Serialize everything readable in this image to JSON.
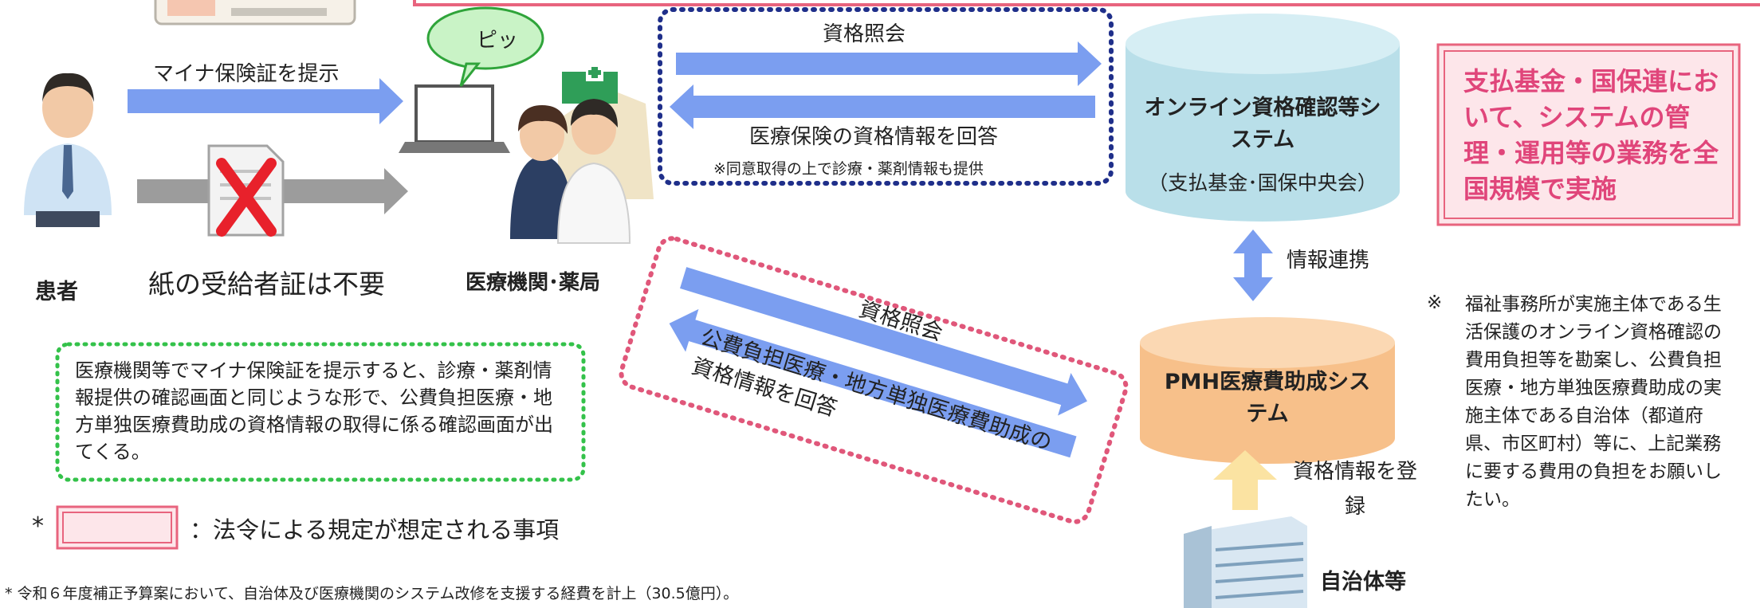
{
  "patient": {
    "label": "患者"
  },
  "show_card": {
    "label": "マイナ保険証を提示"
  },
  "paper_card": {
    "label": "紙の受給者証は不要"
  },
  "beep": {
    "label": "ピッ"
  },
  "provider": {
    "label": "医療機関･薬局"
  },
  "eligibility_query_top": {
    "label": "資格照会"
  },
  "reply_top": {
    "label": "医療保険の資格情報を回答"
  },
  "reply_top_note": {
    "label": "※同意取得の上で診療・薬剤情報も提供"
  },
  "online_system": {
    "title": "オンライン資格確認等システム",
    "operator": "（支払基金･国保中央会）"
  },
  "info_link": {
    "label": "情報連携"
  },
  "pmh_system": {
    "title": "PMH医療費助成システム"
  },
  "eligibility_query_bottom": {
    "label": "資格照会"
  },
  "reply_bottom": {
    "label": "公費負担医療・地方単独医療費助成の資格情報を回答"
  },
  "register_info": {
    "label": "資格情報を登録"
  },
  "municipality": {
    "label": "自治体等"
  },
  "callout_box": {
    "text": "支払基金・国保連において、システムの管理・運用等の業務を全国規模で実施"
  },
  "welfare_note": {
    "mark": "※",
    "text": "福祉事務所が実施主体である生活保護のオンライン資格確認の費用負担等を勘案し、公費負担医療・地方単独医療費助成の実施主体である自治体（都道府県、市区町村）等に、上記業務に要する費用の負担をお願いしたい。"
  },
  "green_note": {
    "text": "医療機関等でマイナ保険証を提示すると、診療・薬剤情報提供の確認画面と同じような形で、公費負担医療・地方単独医療費助成の資格情報の取得に係る確認画面が出てくる。"
  },
  "legend": {
    "mark": "*",
    "text": "：法令による規定が想定される事項"
  },
  "footnote": {
    "text": "* 令和６年度補正予算案において、自治体及び医療機関のシステム改修を支援する経費を計上（30.5億円）。"
  }
}
